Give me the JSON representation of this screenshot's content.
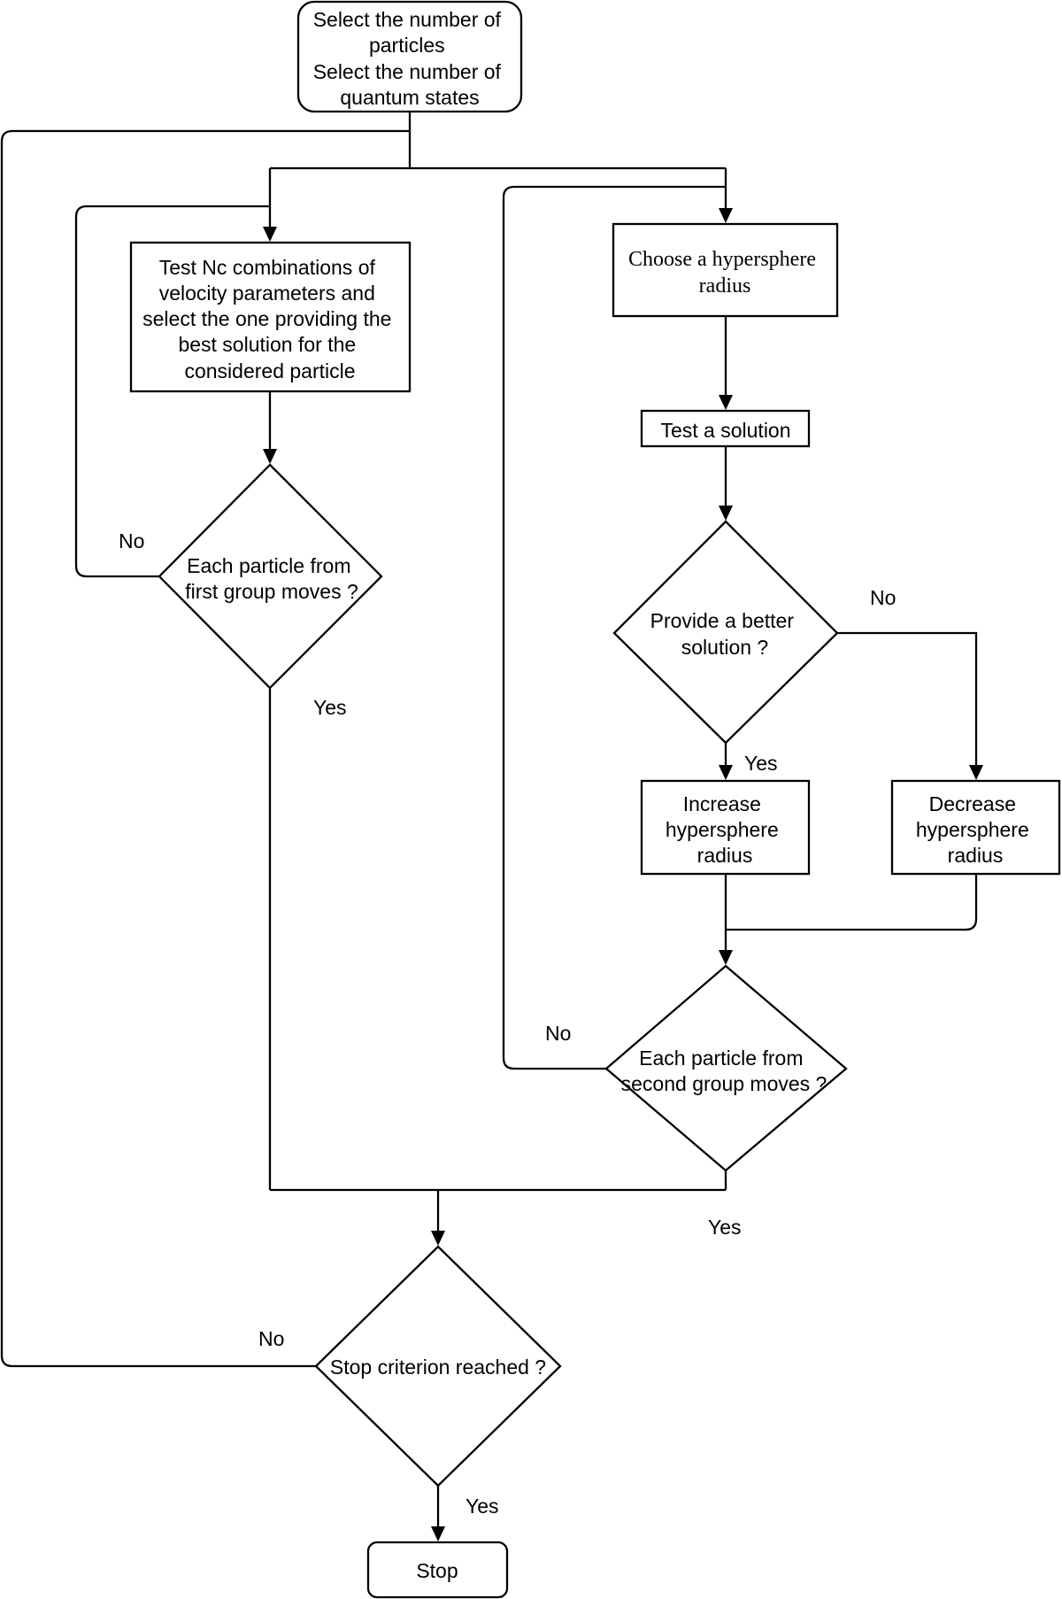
{
  "diagram": {
    "nodes": {
      "start": [
        "Select the number of",
        "particles",
        "Select the number of",
        "quantum states"
      ],
      "test_nc": [
        "Test Nc combinations of",
        "velocity parameters and",
        "select the one providing the",
        "best solution for the",
        "considered particle"
      ],
      "first_group_decision": [
        "Each particle from",
        "first group moves ?"
      ],
      "choose_radius": [
        "Choose a hypersphere",
        "radius"
      ],
      "test_solution": [
        "Test a solution"
      ],
      "better_decision": [
        "Provide a better",
        "solution ?"
      ],
      "increase": [
        "Increase",
        "hypersphere",
        "radius"
      ],
      "decrease": [
        "Decrease",
        "hypersphere",
        "radius"
      ],
      "second_group_decision": [
        "Each particle from",
        "second group moves ?"
      ],
      "stop_decision": [
        "Stop criterion reached ?"
      ],
      "stop": [
        "Stop"
      ]
    },
    "edge_labels": {
      "first_no": "No",
      "first_yes": "Yes",
      "better_no": "No",
      "better_yes": "Yes",
      "second_no": "No",
      "second_yes": "Yes",
      "stop_no": "No",
      "stop_yes": "Yes"
    }
  }
}
